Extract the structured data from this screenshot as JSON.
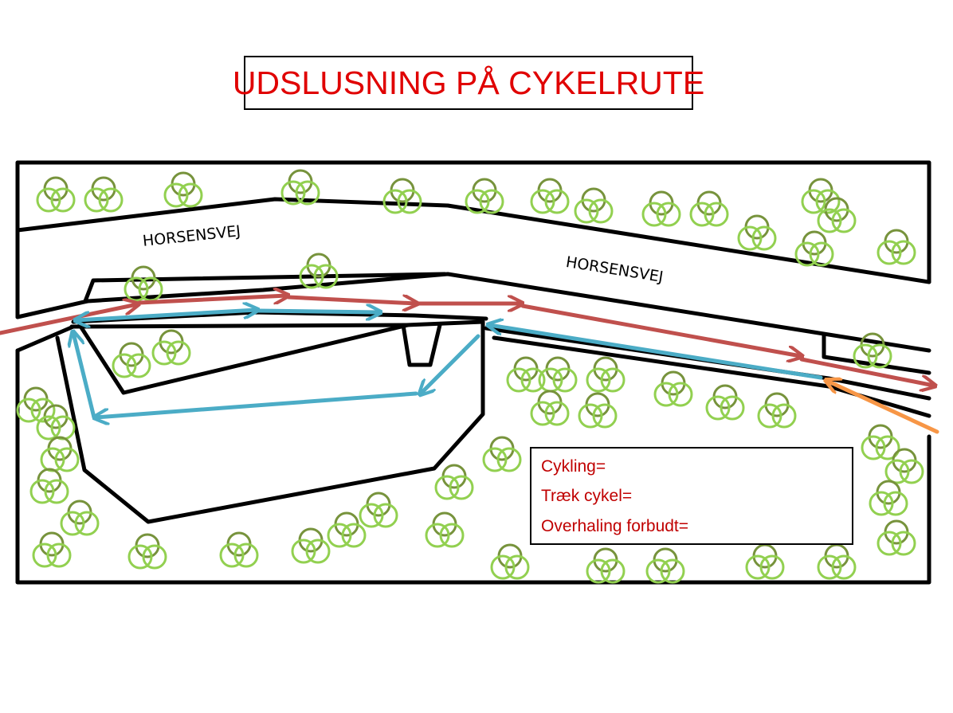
{
  "title": "UDSLUSNING PÅ CYKELRUTE",
  "road_labels": [
    "HORSENSVEJ",
    "HORSENSVEJ"
  ],
  "legend": {
    "items": [
      {
        "label": "Cykling=",
        "color": "#c0504d"
      },
      {
        "label": "Træk cykel=",
        "color": "#f79646"
      },
      {
        "label": "Overhaling forbudt=",
        "color": "#4bacc6"
      }
    ]
  },
  "colors": {
    "cycling": "#c0504d",
    "walk_bike": "#f79646",
    "no_overtaking": "#4bacc6",
    "tree_dark": "#77933c",
    "tree_light": "#92d050",
    "outline": "#000000",
    "title_text": "#e00000"
  }
}
